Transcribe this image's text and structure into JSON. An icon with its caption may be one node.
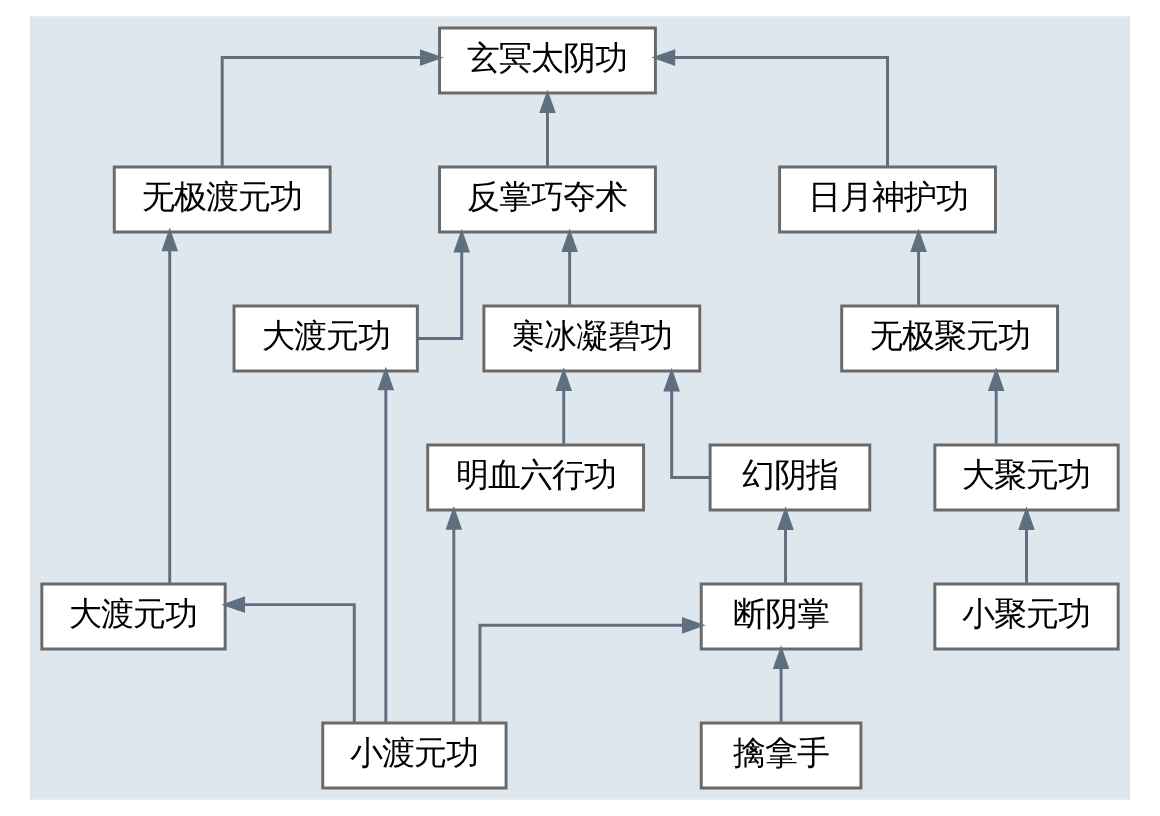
{
  "diagram": {
    "nodes": [
      {
        "text": [
          "玄冥太阴功"
        ]
      },
      {
        "text": [
          "反掌巧夺术"
        ]
      },
      {
        "text": [
          "日月神护功"
        ]
      },
      {
        "text": [
          "无极渡元功"
        ]
      },
      {
        "text": [
          "寒冰凝碧功"
        ]
      },
      {
        "text": [
          "大渡元功"
        ]
      },
      {
        "text": [
          "无极聚元功"
        ]
      },
      {
        "text": [
          "大渡元功"
        ]
      },
      {
        "text": [
          "明血六行功"
        ]
      },
      {
        "text": [
          "幻阴指"
        ]
      },
      {
        "text": [
          "大聚元功"
        ]
      },
      {
        "text": [
          "断阴掌"
        ]
      },
      {
        "text": [
          "小聚元功"
        ]
      },
      {
        "text": [
          "小渡元功"
        ]
      },
      {
        "text": [
          "擒拿手"
        ]
      }
    ],
    "edges": [
      {
        "from": 1,
        "to": 0,
        "arrow": "to"
      },
      {
        "from": 2,
        "to": 0,
        "arrow": "to"
      },
      {
        "from": 3,
        "to": 0,
        "arrow": "to"
      },
      {
        "from": 4,
        "to": 1,
        "arrow": "to"
      },
      {
        "from": 5,
        "to": 1,
        "arrow": "to"
      },
      {
        "from": 6,
        "to": 2,
        "arrow": "to"
      },
      {
        "from": 7,
        "to": 3,
        "arrow": "to"
      },
      {
        "from": 8,
        "to": 4,
        "arrow": "to"
      },
      {
        "from": 9,
        "to": 4,
        "arrow": "to"
      },
      {
        "from": 10,
        "to": 6,
        "arrow": "to"
      },
      {
        "from": 11,
        "to": 9,
        "arrow": "to"
      },
      {
        "from": 12,
        "to": 10,
        "arrow": "to"
      },
      {
        "from": 13,
        "to": 8,
        "arrow": "to"
      },
      {
        "from": 13,
        "to": 11,
        "arrow": "to"
      },
      {
        "from": 14,
        "to": 11,
        "arrow": "to"
      },
      {
        "from": 13,
        "to": 5,
        "arrow": "to"
      },
      {
        "from": 13,
        "to": 7,
        "arrow": "to"
      }
    ]
  }
}
